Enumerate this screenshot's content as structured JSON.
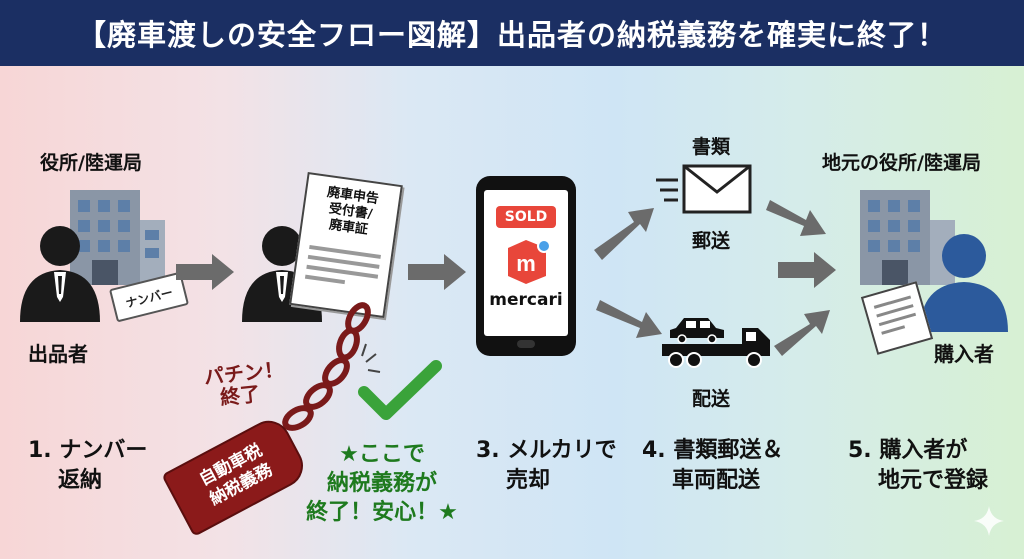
{
  "title": "【廃車渡しの安全フロー図解】出品者の納税義務を確実に終了！",
  "labels": {
    "office_left": "役所/陸運局",
    "seller": "出品者",
    "plate": "ナンバー",
    "doc_line1": "廃車申告",
    "doc_line2": "受付書/",
    "doc_line3": "廃車証",
    "sold": "SOLD",
    "mercari": "mercari",
    "docs": "書類",
    "mail": "郵送",
    "delivery": "配送",
    "office_right": "地元の役所/陸運局",
    "buyer": "購入者",
    "snap_line1": "パチン！",
    "snap_line2": "終了",
    "tag_line1": "自動車税",
    "tag_line2": "納税義務"
  },
  "steps": {
    "s1_line1": "1. ナンバー",
    "s1_line2": "返納",
    "s3_line1": "3. メルカリで",
    "s3_line2": "売却",
    "s4_line1": "4. 書類郵送＆",
    "s4_line2": "車両配送",
    "s5_line1": "5. 購入者が",
    "s5_line2": "地元で登録"
  },
  "note": {
    "line1": "★ここで",
    "line2": "納税義務が",
    "line3": "終了！安心！★"
  },
  "colors": {
    "banner": "#1b2f63",
    "arrow": "#6b6b6b",
    "tag": "#8b1a1a",
    "check": "#3aa33a",
    "mercari_red": "#e8463a",
    "buyer_blue": "#2c5a9c"
  }
}
